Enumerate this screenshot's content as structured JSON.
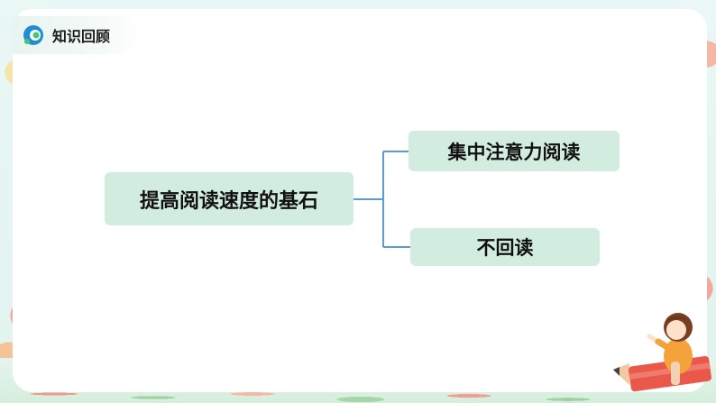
{
  "header": {
    "title": "知识回顾"
  },
  "diagram": {
    "root": "提高阅读速度的基石",
    "children": [
      "集中注意力阅读",
      "不回读"
    ]
  },
  "colors": {
    "node_fill": "#d3ece0",
    "connector": "#5a9bd3",
    "logo_blue": "#1e8fd6",
    "logo_green": "#4cc46f"
  }
}
